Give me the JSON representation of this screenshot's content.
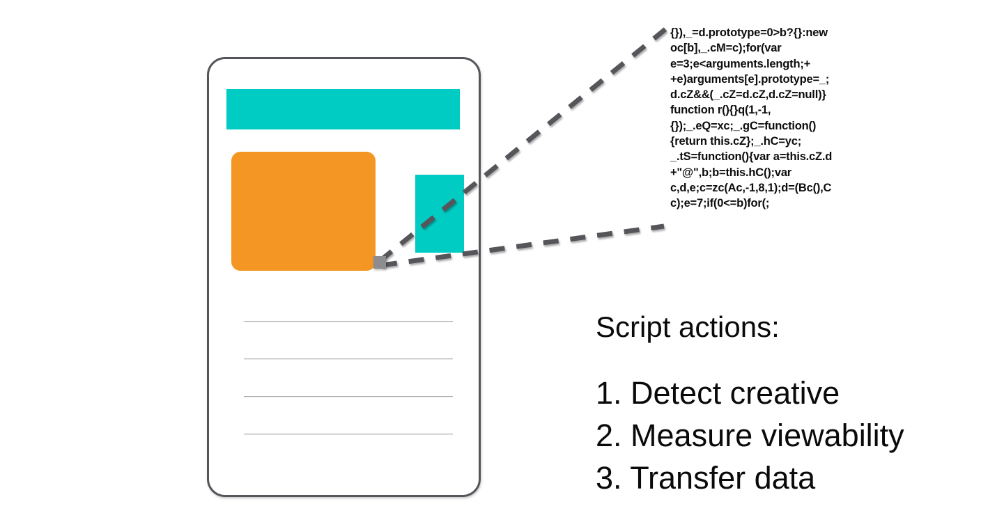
{
  "colors": {
    "teal": "#00ccc4",
    "orange": "#f39624",
    "frame_stroke": "#54555a",
    "marker_gray": "#8d8d90",
    "line_gray": "#a9a9ad",
    "text": "#0a0a0a"
  },
  "device": {
    "name": "mobile-device-frame",
    "blocks": [
      {
        "name": "banner-block",
        "color": "#00ccc4"
      },
      {
        "name": "creative-block",
        "color": "#f39624"
      },
      {
        "name": "side-block",
        "color": "#00ccc4"
      }
    ],
    "content_lines": 4
  },
  "code_snippet": {
    "lines": [
      "{}),_=d.prototype=0>b?{}:new",
      "oc[b],_.cM=c);for(var",
      "e=3;e<arguments.length;+",
      "+e)arguments[e].prototype=_;",
      "d.cZ&&(_.cZ=d.cZ,d.cZ=null)}",
      "function r(){}q(1,-1,",
      "{});_.eQ=xc;_.gC=function()",
      "{return this.cZ};_.hC=yc;",
      "_.tS=function(){var a=this.cZ.d",
      "+\"@\",b;b=this.hC();var",
      "c,d,e;c=zc(Ac,-1,8,1);d=(Bc(),C",
      "c);e=7;if(0<=b)for(;"
    ],
    "text": "{}),_=d.prototype=0>b?{}:new\noc[b],_.cM=c);for(var\ne=3;e<arguments.length;+\n+e)arguments[e].prototype=_;\nd.cZ&&(_.cZ=d.cZ,d.cZ=null)}\nfunction r(){}q(1,-1,\n{});_.eQ=xc;_.gC=function()\n{return this.cZ};_.hC=yc;\n_.tS=function(){var a=this.cZ.d\n+\"@\",b;b=this.hC();var\nc,d,e;c=zc(Ac,-1,8,1);d=(Bc(),C\nc);e=7;if(0<=b)for(;"
  },
  "actions": {
    "heading": "Script actions:",
    "items": [
      "1. Detect creative",
      "2. Measure viewability",
      "3. Transfer data"
    ]
  }
}
